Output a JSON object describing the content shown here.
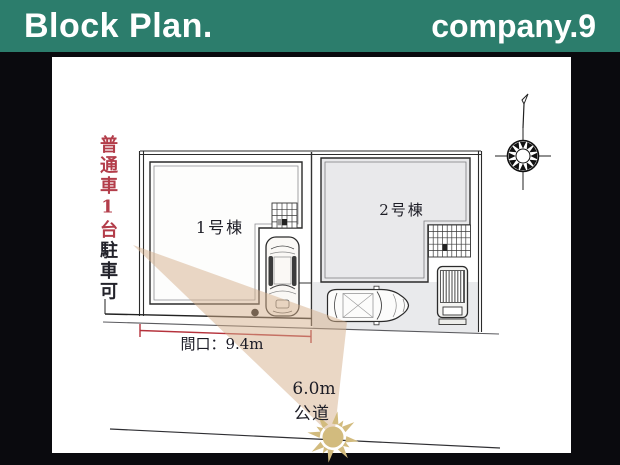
{
  "header": {
    "title": "Block Plan.",
    "brand": "company.9",
    "bg_color": "#2c7d6c"
  },
  "plan": {
    "parking_note": {
      "highlight": "普通車1台",
      "rest": "駐車可"
    },
    "buildings": [
      {
        "label": "1号棟"
      },
      {
        "label": "2号棟"
      }
    ],
    "frontage_dimension": {
      "label": "間口：9.4m",
      "line_color": "#b5323c"
    },
    "road": {
      "width": "6.0m",
      "type": "公道"
    },
    "icons": {
      "compass": "compass-rose-icon",
      "north": "north-arrow-icon",
      "sun": "sun-icon",
      "car_vertical": "car-top-view-icon",
      "car_horizontal": "car-top-view-icon",
      "carport": "carport-icon"
    },
    "colors": {
      "background": "#0a0a0e",
      "paper": "#ffffff",
      "building_fill": "#e9e9eb",
      "sunlight_beige": "#d5b08c",
      "sun": "#d2bb7e",
      "note_red": "#b33d4a"
    }
  }
}
